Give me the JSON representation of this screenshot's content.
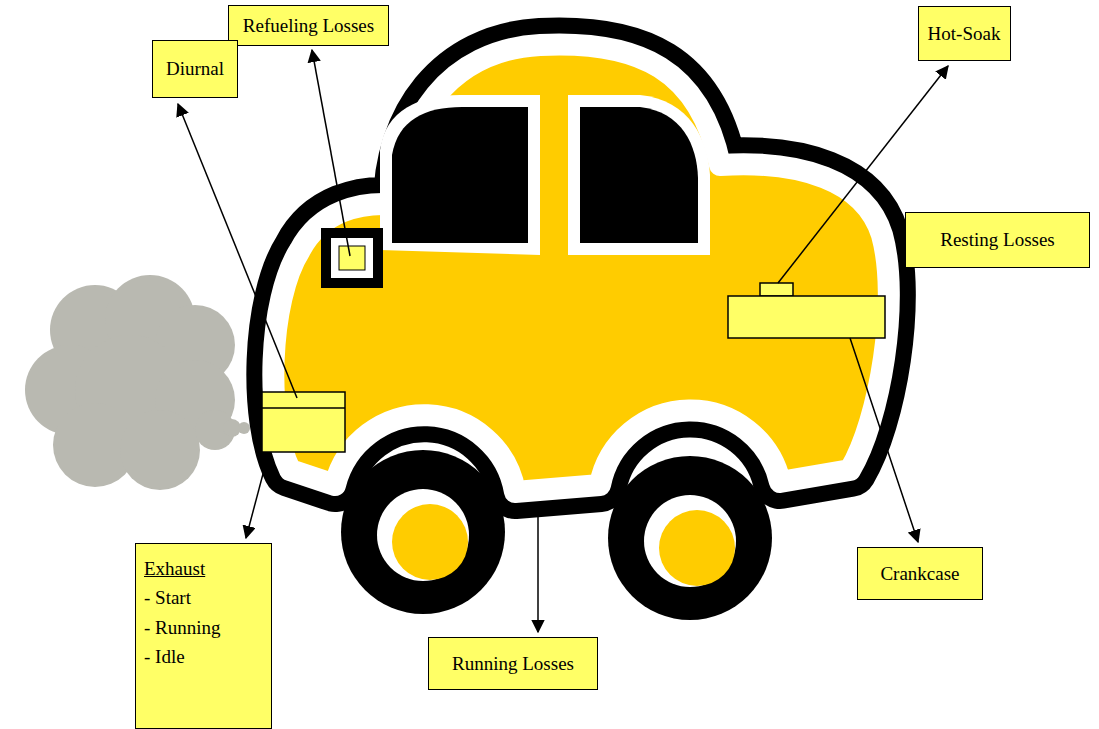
{
  "diagram": {
    "nodes": [
      {
        "text": [
          "Refueling Losses"
        ]
      },
      {
        "text": [
          "Hot-Soak"
        ]
      },
      {
        "text": [
          "Diurnal"
        ]
      },
      {
        "text": [
          "Resting Losses"
        ]
      },
      {
        "text": [
          "Exhaust",
          "- Start",
          "- Running",
          "- Idle"
        ]
      },
      {
        "text": [
          "Crankcase"
        ]
      },
      {
        "text": [
          "Running Losses"
        ]
      }
    ]
  }
}
